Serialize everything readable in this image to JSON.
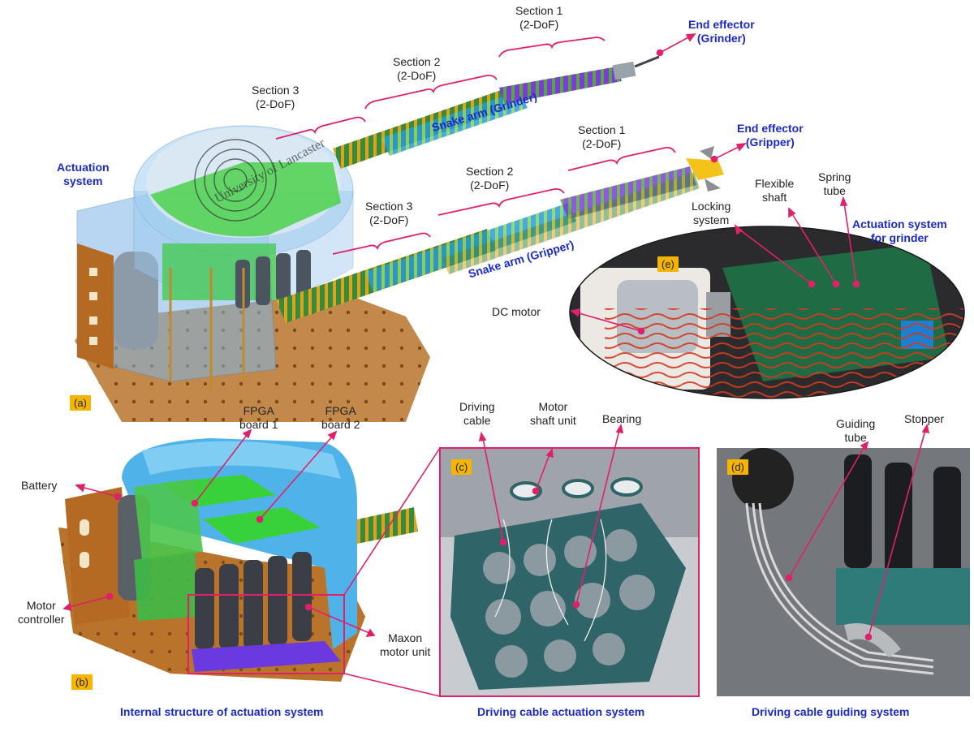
{
  "colors": {
    "accent_blue": "#1a2ad0",
    "pointer_magenta": "#e0206a",
    "panel_tag": "#f4b400"
  },
  "panels": {
    "a": {
      "tag": "(a)"
    },
    "b": {
      "tag": "(b)",
      "caption": "Internal structure of actuation system"
    },
    "c": {
      "tag": "(c)",
      "caption": "Driving cable actuation system"
    },
    "d": {
      "tag": "(d)",
      "caption": "Driving cable guiding system"
    },
    "e": {
      "tag": "(e)"
    }
  },
  "labels": {
    "actuation_system": [
      "Actuation",
      "system"
    ],
    "grinder_section1": [
      "Section 1",
      "(2-DoF)"
    ],
    "grinder_section2": [
      "Section 2",
      "(2-DoF)"
    ],
    "grinder_section3": [
      "Section 3",
      "(2-DoF)"
    ],
    "end_effector_grinder": [
      "End effector",
      "(Grinder)"
    ],
    "snake_arm_grinder": "Snake arm (Grinder)",
    "gripper_section1": [
      "Section 1",
      "(2-DoF)"
    ],
    "gripper_section2": [
      "Section 2",
      "(2-DoF)"
    ],
    "gripper_section3": [
      "Section 3",
      "(2-DoF)"
    ],
    "end_effector_gripper": [
      "End effector",
      "(Gripper)"
    ],
    "snake_arm_gripper": "Snake arm (Gripper)",
    "locking_system": [
      "Locking",
      "system"
    ],
    "flexible_shaft": [
      "Flexible",
      "shaft"
    ],
    "spring_tube": [
      "Spring",
      "tube"
    ],
    "actuation_system_grinder": [
      "Actuation system",
      "for grinder"
    ],
    "dc_motor": "DC motor",
    "fpga_board_1": [
      "FPGA",
      "board 1"
    ],
    "fpga_board_2": [
      "FPGA",
      "board 2"
    ],
    "battery": "Battery",
    "motor_controller": [
      "Motor",
      "controller"
    ],
    "maxon_motor_unit": [
      "Maxon",
      "motor unit"
    ],
    "driving_cable": [
      "Driving",
      "cable"
    ],
    "motor_shaft_unit": [
      "Motor",
      "shaft unit"
    ],
    "bearing": "Bearing",
    "guiding_tube": [
      "Guiding",
      "tube"
    ],
    "stopper": "Stopper"
  },
  "logo_text": "University of Lancaster"
}
